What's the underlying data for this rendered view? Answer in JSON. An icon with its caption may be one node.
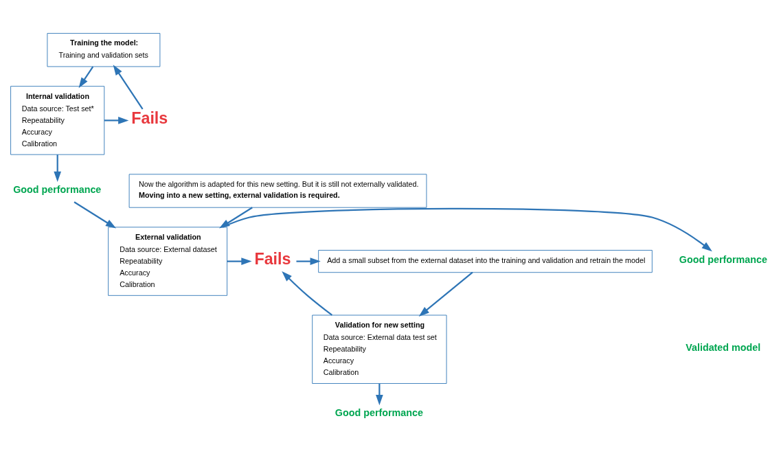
{
  "diagram": {
    "nodes": [
      {
        "text": [
          "Training the model:",
          "Training and validation sets"
        ]
      },
      {
        "text": [
          "Internal validation",
          "Data source: Test set*",
          "Repeatability",
          "Accuracy",
          "Calibration"
        ]
      },
      {
        "text": [
          "Fails"
        ]
      },
      {
        "text": [
          "Good performance"
        ]
      },
      {
        "text": [
          "External validation",
          "Data source: External dataset",
          "Repeatability",
          "Accuracy",
          "Calibration"
        ]
      },
      {
        "text": [
          "Good performance"
        ]
      },
      {
        "text": [
          "Validated model"
        ]
      },
      {
        "text": [
          "Fails"
        ]
      },
      {
        "text": [
          "Add a small subset from the external dataset into the training and validation and retrain the model"
        ]
      },
      {
        "text": [
          "Validation for new setting",
          "Data source: External data test set",
          "Repeatability",
          "Accuracy",
          "Calibration"
        ]
      },
      {
        "text": [
          "Good performance"
        ]
      },
      {
        "text": [
          "Now the algorithm is adapted for this new setting. But it is still not externally validated.",
          "Moving into a new setting, external validation is required."
        ]
      }
    ],
    "edges": [
      {
        "from": 2,
        "to": 0,
        "arrow": "to"
      },
      {
        "from": 0,
        "to": 1,
        "arrow": "to"
      },
      {
        "from": 1,
        "to": 2,
        "arrow": "to"
      },
      {
        "from": 1,
        "to": 3,
        "arrow": "to"
      },
      {
        "from": 3,
        "to": 4,
        "arrow": "to"
      },
      {
        "from": 4,
        "to": 5,
        "arrow": "to"
      },
      {
        "from": 4,
        "to": 7,
        "arrow": "to"
      },
      {
        "from": 7,
        "to": 8,
        "arrow": "to"
      },
      {
        "from": 8,
        "to": 9,
        "arrow": "to"
      },
      {
        "from": 9,
        "to": 10,
        "arrow": "to"
      },
      {
        "from": 9,
        "to": 7,
        "arrow": "to"
      },
      {
        "from": 11,
        "to": 4,
        "arrow": "to"
      }
    ]
  }
}
